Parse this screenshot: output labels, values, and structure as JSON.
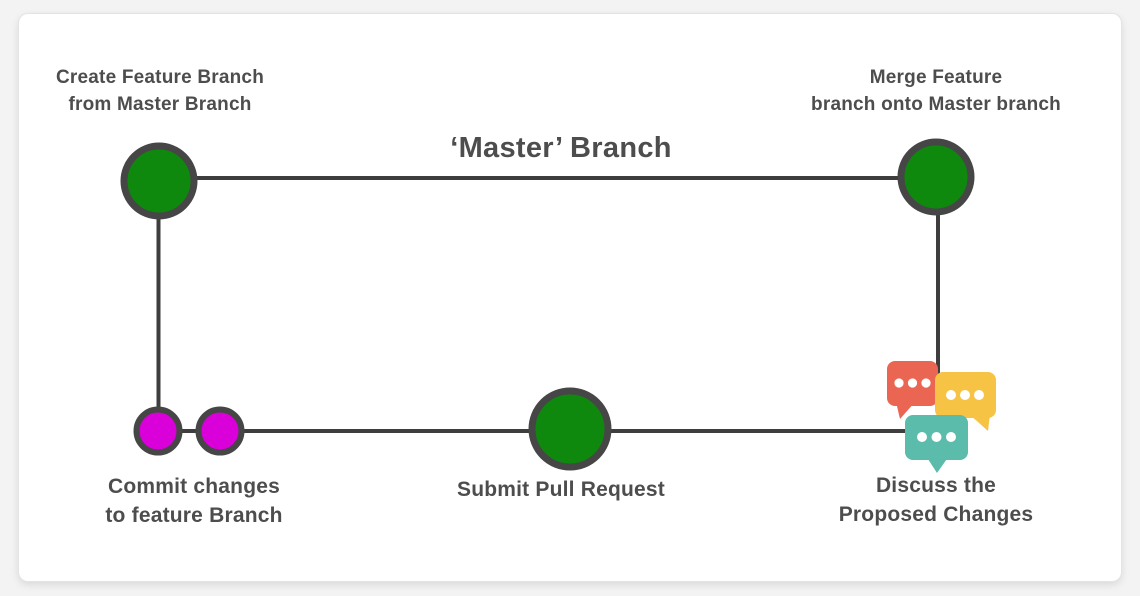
{
  "colors": {
    "page_bg": "#f3f3f3",
    "card_bg": "#ffffff",
    "line": "#3e3e3e",
    "node_border": "#464646",
    "node_green": "#0e890e",
    "node_magenta": "#d900d9",
    "bubble_red": "#ea6653",
    "bubble_yellow": "#f7c344",
    "bubble_teal": "#5cbcab",
    "label_text": "#4d4d4d"
  },
  "diagram": {
    "title": "‘Master’ Branch",
    "labels": {
      "create": {
        "line1": "Create Feature Branch",
        "line2": "from Master Branch"
      },
      "merge": {
        "line1": "Merge Feature",
        "line2": "branch onto Master branch"
      },
      "commit": {
        "line1": "Commit changes",
        "line2": "to feature Branch"
      },
      "submit": {
        "line1": "Submit Pull Request"
      },
      "discuss": {
        "line1": "Discuss the",
        "line2": "Proposed Changes"
      }
    },
    "nodes": [
      {
        "id": "create-feature-branch-node",
        "shape": "circle",
        "color": "#0e890e",
        "branch": "master"
      },
      {
        "id": "merge-feature-branch-node",
        "shape": "circle",
        "color": "#0e890e",
        "branch": "master"
      },
      {
        "id": "commit-node-1",
        "shape": "circle",
        "color": "#d900d9",
        "branch": "feature"
      },
      {
        "id": "commit-node-2",
        "shape": "circle",
        "color": "#d900d9",
        "branch": "feature"
      },
      {
        "id": "submit-pull-request-node",
        "shape": "circle",
        "color": "#0e890e",
        "branch": "feature"
      },
      {
        "id": "discuss-chat-bubbles",
        "shape": "chat-bubbles",
        "colors": [
          "#ea6653",
          "#f7c344",
          "#5cbcab"
        ]
      }
    ]
  }
}
